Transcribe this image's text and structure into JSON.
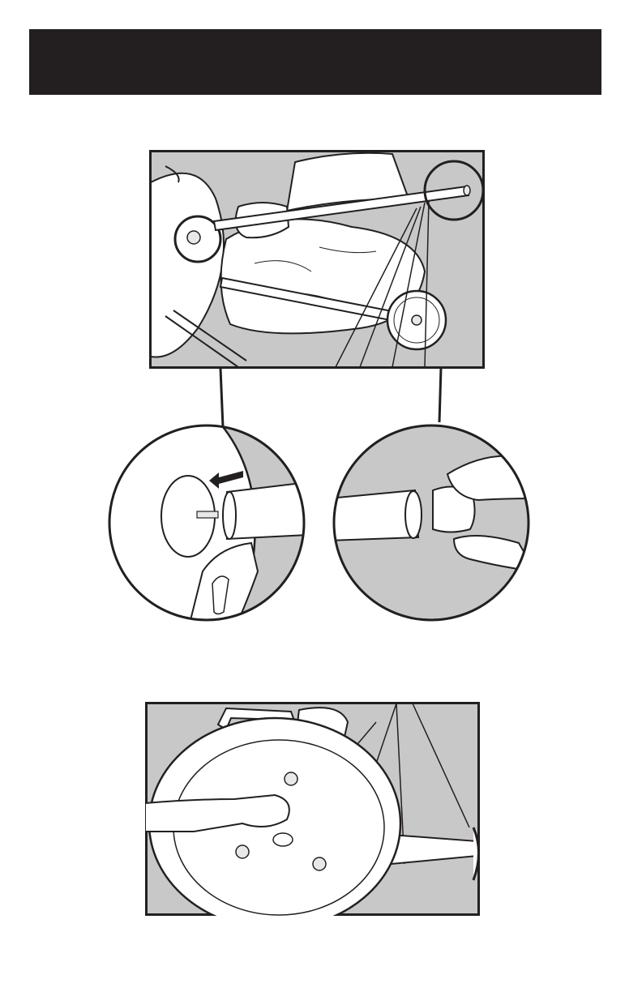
{
  "header": {
    "title": ""
  },
  "colors": {
    "header_bar": "#231f20",
    "panel_gray": "#c8c8c8",
    "line": "#231f20",
    "paper": "#ffffff"
  },
  "figures": {
    "top": {
      "icon": "grill-axle-wheel-assembly-illustration"
    },
    "detail_left": {
      "icon": "wheel-bolt-insert-detail"
    },
    "detail_right": {
      "icon": "axle-end-cap-detail"
    },
    "bottom": {
      "icon": "grill-bowl-leg-bolt-illustration"
    }
  }
}
